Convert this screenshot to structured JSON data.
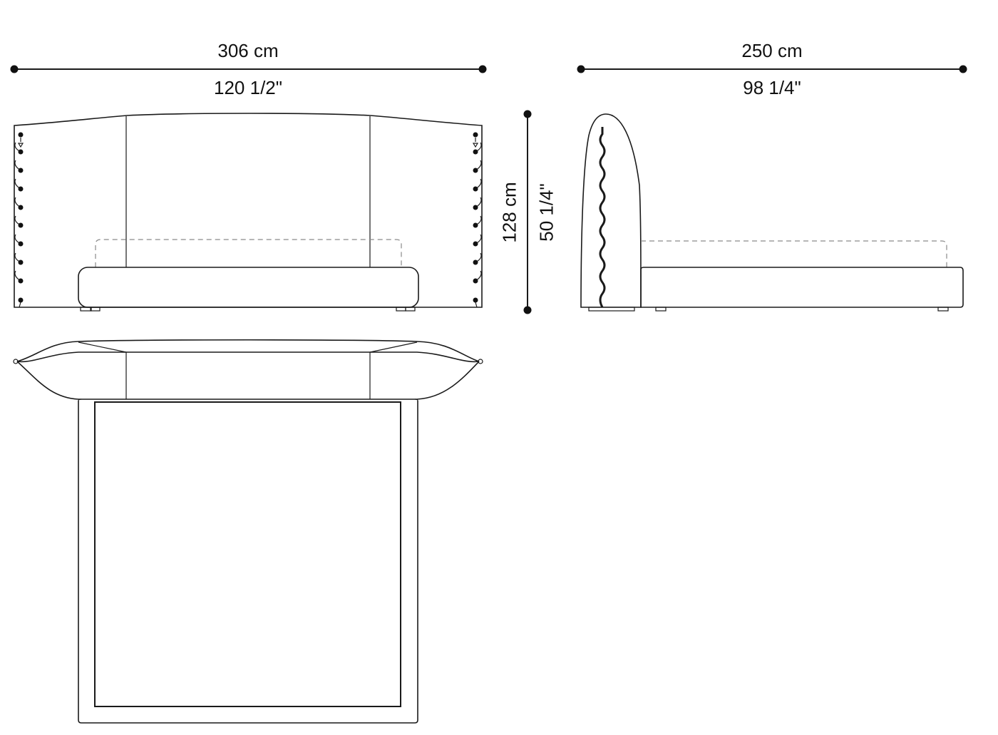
{
  "drawing": {
    "title": "Bed technical dimensions",
    "views": [
      "front-elevation",
      "side-elevation",
      "plan-view"
    ],
    "line_color": "#1a1a1a",
    "hidden_line_color": "#8a8a8a"
  },
  "dimensions": {
    "width": {
      "metric": "306 cm",
      "imperial": "120 1/2\""
    },
    "length": {
      "metric": "250 cm",
      "imperial": "98 1/4\""
    },
    "height": {
      "metric": "128 cm",
      "imperial": "50 1/4\""
    }
  }
}
